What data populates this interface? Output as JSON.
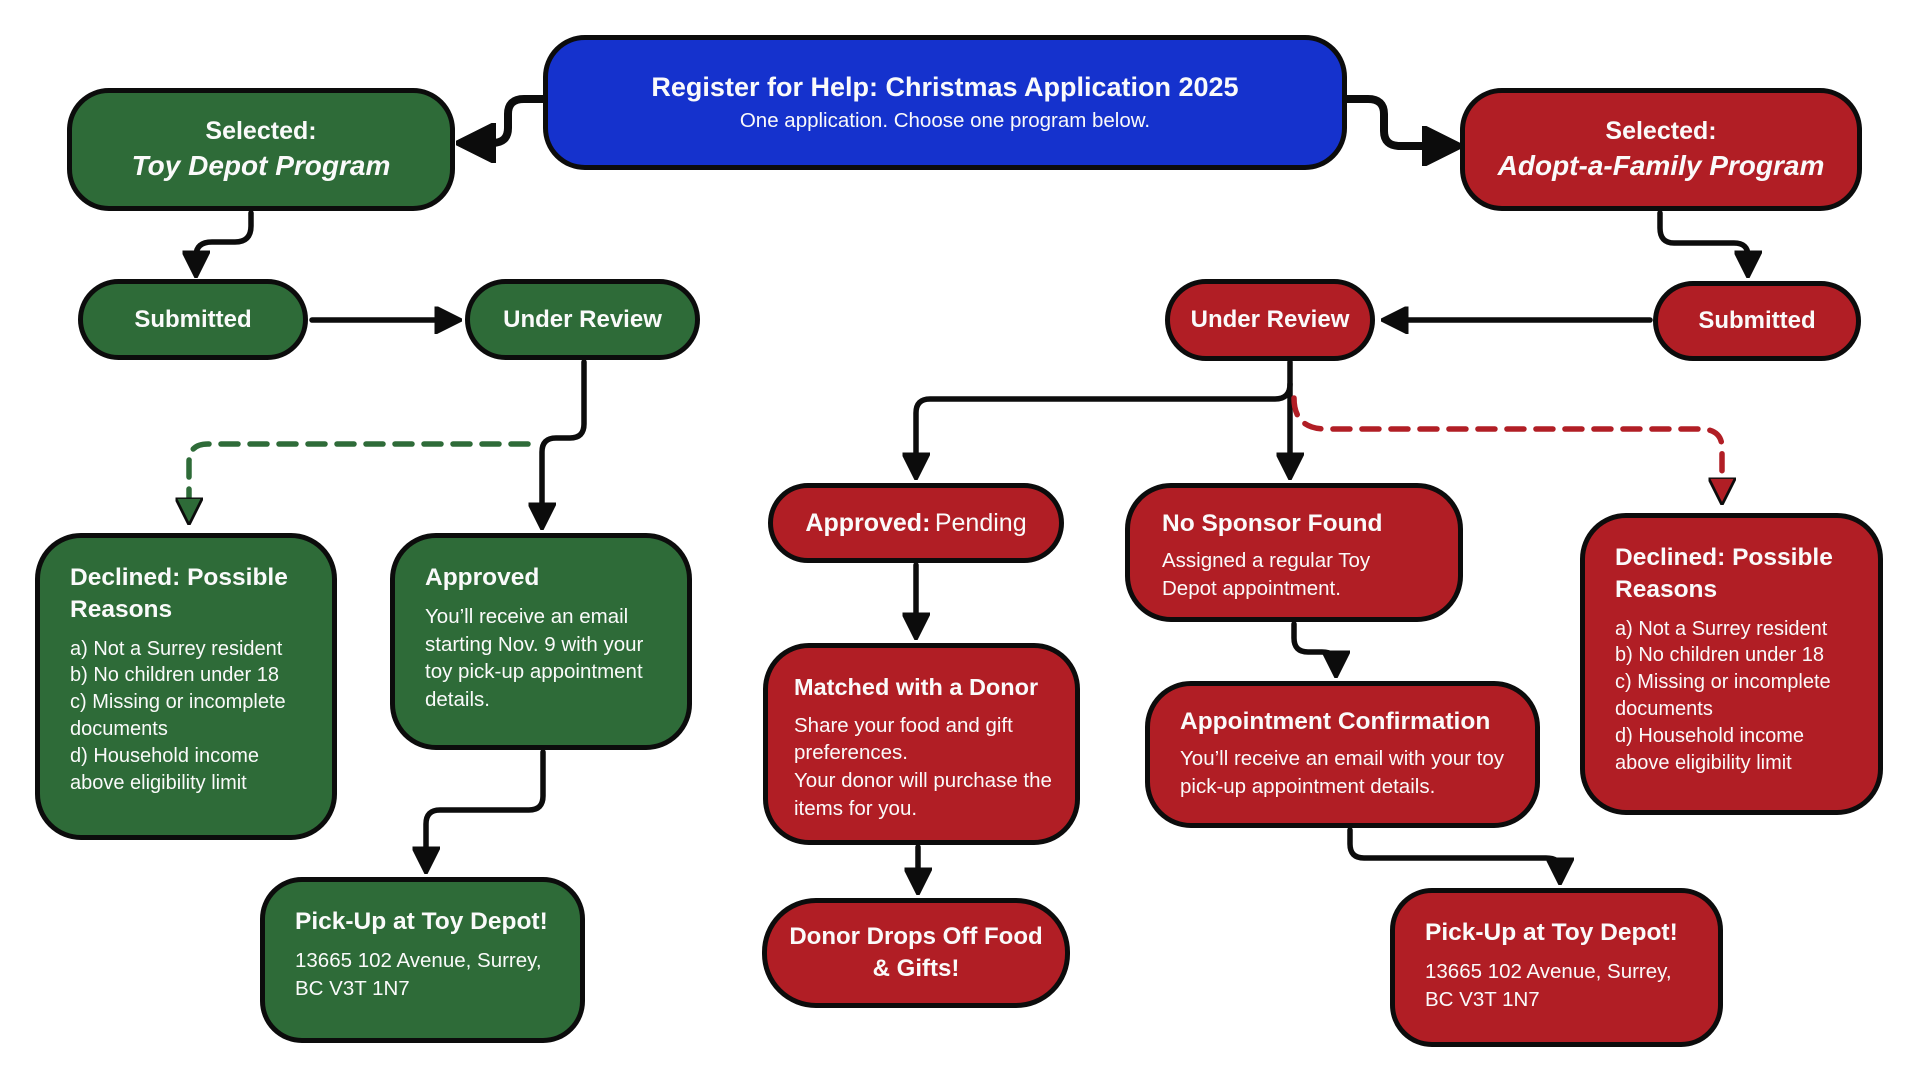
{
  "colors": {
    "green": "#2e6b38",
    "red": "#b11e25",
    "blue": "#1532cd",
    "ink": "#0c0c0c",
    "bg": "#ffffff"
  },
  "header": {
    "title": "Register for Help: Christmas Application 2025",
    "subtitle": "One application. Choose one program below."
  },
  "toy_depot": {
    "selected_label": "Selected:",
    "program_name": "Toy Depot Program",
    "submitted": "Submitted",
    "under_review": "Under Review",
    "declined": {
      "title": "Declined: Possible\nReasons",
      "reasons": [
        "a) Not a Surrey resident",
        "b) No children under 18",
        "c) Missing or incomplete\ndocuments",
        "d) Household income\nabove eligibility limit"
      ]
    },
    "approved": {
      "title": "Approved",
      "body": "You’ll receive an email\nstarting Nov. 9 with your\ntoy pick-up appointment\ndetails."
    },
    "pickup": {
      "title": "Pick-Up at Toy Depot!",
      "address": "13665 102 Avenue, Surrey,\nBC V3T 1N7"
    }
  },
  "adopt_family": {
    "selected_label": "Selected:",
    "program_name": "Adopt-a-Family Program",
    "submitted": "Submitted",
    "under_review": "Under Review",
    "approved_pending": {
      "bold": "Approved:",
      "rest": "Pending"
    },
    "matched": {
      "title": "Matched with a Donor",
      "body": "Share your food and gift\npreferences.\nYour donor will purchase the\nitems for you."
    },
    "donor_drops": "Donor Drops Off Food\n& Gifts!",
    "no_sponsor": {
      "title": "No Sponsor Found",
      "body": "Assigned a regular Toy\nDepot appointment."
    },
    "appointment": {
      "title": "Appointment Confirmation",
      "body": "You’ll receive an email with your toy\npick-up appointment details."
    },
    "declined": {
      "title": "Declined: Possible\nReasons",
      "reasons": [
        "a) Not a Surrey resident",
        "b) No children under 18",
        "c) Missing or incomplete\ndocuments",
        "d) Household income\nabove eligibility limit"
      ]
    },
    "pickup": {
      "title": "Pick-Up at Toy Depot!",
      "address": "13665 102 Avenue, Surrey,\nBC V3T 1N7"
    }
  }
}
